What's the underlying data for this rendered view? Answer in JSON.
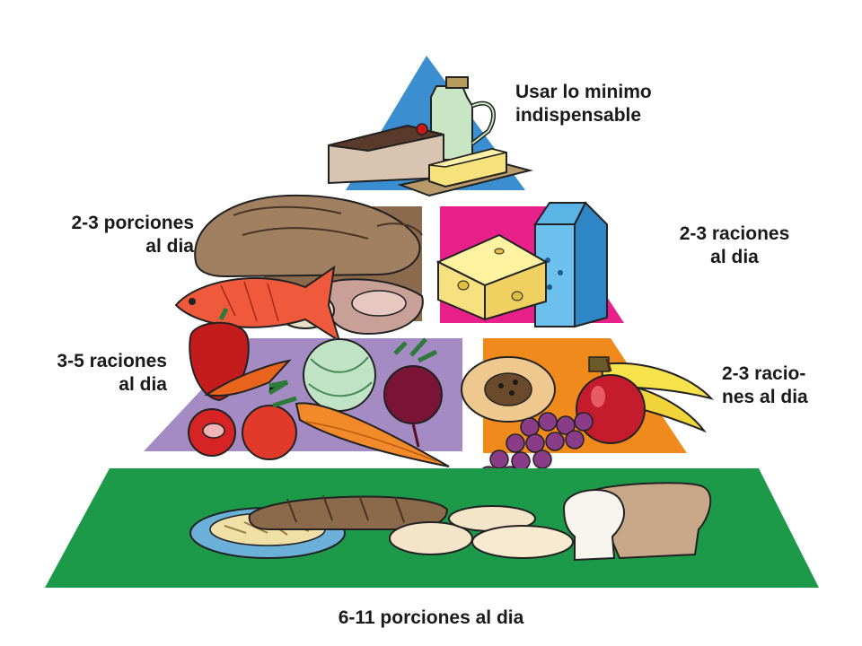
{
  "labels": {
    "top": {
      "line1": "Usar lo minimo",
      "line2": "indispensable"
    },
    "protein": {
      "line1": "2-3 porciones",
      "line2": "al dia"
    },
    "dairy": {
      "line1": "2-3 raciones",
      "line2": "al dia"
    },
    "vegetables": {
      "line1": "3-5 raciones",
      "line2": "al dia"
    },
    "fruits": {
      "line1": "2-3 racio-",
      "line2": "nes al dia"
    },
    "grains": {
      "line1": "6-11 porciones al dia"
    }
  },
  "colors": {
    "fats_triangle": "#3b8fd0",
    "protein_panel": "#8c6a4e",
    "dairy_panel": "#e8208a",
    "vegetable_panel": "#a58bc4",
    "fruit_panel": "#f08a1c",
    "grain_panel": "#1c9a4a"
  },
  "icons": {
    "fats": [
      "oil-bottle-icon",
      "cake-slice-icon",
      "butter-icon"
    ],
    "protein": [
      "roast-chicken-icon",
      "fish-icon",
      "steak-icon",
      "nuts-icon"
    ],
    "dairy": [
      "cheese-icon",
      "milk-carton-icon"
    ],
    "vegetables": [
      "red-pepper-icon",
      "cabbage-icon",
      "beet-icon",
      "carrot-icon",
      "tomato-icon"
    ],
    "fruits": [
      "papaya-icon",
      "banana-icon",
      "apple-icon",
      "grapes-icon"
    ],
    "grains": [
      "pasta-bowl-icon",
      "bread-loaf-icon",
      "tortilla-icon",
      "sliced-bread-icon"
    ]
  }
}
